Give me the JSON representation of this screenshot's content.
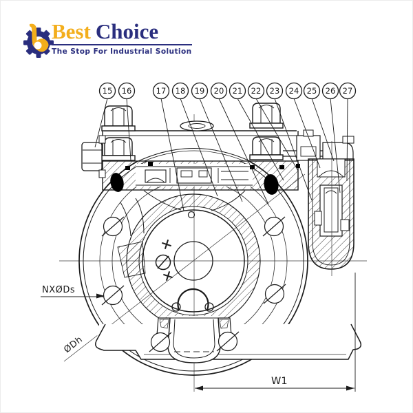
{
  "logo": {
    "brand_first": "Best",
    "brand_second": "Choice",
    "tagline": "The Stop For Industrial Solution"
  },
  "callouts": {
    "numbers": [
      "15",
      "16",
      "17",
      "18",
      "19",
      "20",
      "21",
      "22",
      "23",
      "24",
      "25",
      "26",
      "27"
    ]
  },
  "dimensions": {
    "bolt_holes_label": "NXØDs",
    "bolt_circle_label": "ØDh",
    "width_label": "W1"
  },
  "colors": {
    "line": "#1b1b1b",
    "brand_gold": "#F3AE1C",
    "brand_navy": "#2A2E7E"
  }
}
